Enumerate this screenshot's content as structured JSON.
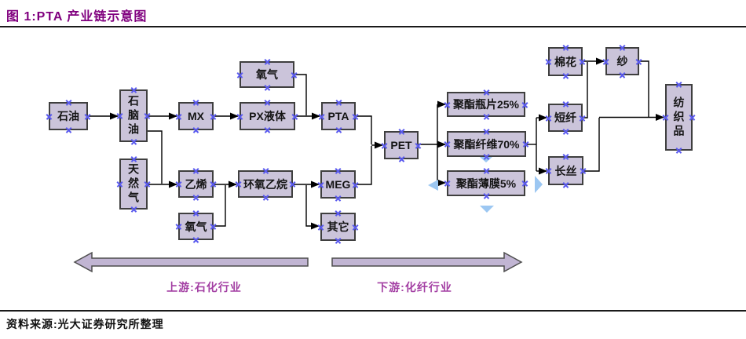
{
  "header": {
    "title": "图 1:PTA 产业链示意图"
  },
  "footer": {
    "source": "资料来源:光大证券研究所整理"
  },
  "diagram": {
    "nodes": [
      {
        "id": "petroleum",
        "label": "石油"
      },
      {
        "id": "naphtha",
        "label": "石脑油"
      },
      {
        "id": "natural-gas",
        "label": "天然气"
      },
      {
        "id": "oxygen-top",
        "label": "氧气"
      },
      {
        "id": "mx",
        "label": "MX"
      },
      {
        "id": "px-liquid",
        "label": "PX液体"
      },
      {
        "id": "pta",
        "label": "PTA"
      },
      {
        "id": "ethylene",
        "label": "乙烯"
      },
      {
        "id": "ethylene-oxide",
        "label": "环氧乙烷"
      },
      {
        "id": "meg",
        "label": "MEG"
      },
      {
        "id": "oxygen-bottom",
        "label": "氧气"
      },
      {
        "id": "others",
        "label": "其它"
      },
      {
        "id": "pet",
        "label": "PET"
      },
      {
        "id": "polyester-bottle-chips",
        "label": "聚酯瓶片25%"
      },
      {
        "id": "polyester-fiber",
        "label": "聚酯纤维70%"
      },
      {
        "id": "polyester-film",
        "label": "聚酯薄膜5%"
      },
      {
        "id": "cotton",
        "label": "棉花"
      },
      {
        "id": "yarn",
        "label": "纱"
      },
      {
        "id": "staple-fiber",
        "label": "短纤"
      },
      {
        "id": "filament",
        "label": "长丝"
      },
      {
        "id": "textiles",
        "label": "纺织品"
      }
    ],
    "stages": {
      "upstream": "上游:石化行业",
      "downstream": "下游:化纤行业"
    },
    "edges": [
      {
        "from": "石油",
        "to": "石脑油"
      },
      {
        "from": "石脑油",
        "to": "MX"
      },
      {
        "from": "MX",
        "to": "PX液体"
      },
      {
        "from": "PX液体",
        "to": "PTA"
      },
      {
        "from": "氧气",
        "to": "PTA"
      },
      {
        "from": "石脑油",
        "to": "乙烯"
      },
      {
        "from": "天然气",
        "to": "乙烯"
      },
      {
        "from": "乙烯",
        "to": "环氧乙烷"
      },
      {
        "from": "氧气",
        "to": "环氧乙烷"
      },
      {
        "from": "环氧乙烷",
        "to": "MEG"
      },
      {
        "from": "MEG",
        "to": "其它"
      },
      {
        "from": "PTA",
        "to": "PET"
      },
      {
        "from": "MEG",
        "to": "PET"
      },
      {
        "from": "PET",
        "to": "聚酯瓶片25%"
      },
      {
        "from": "PET",
        "to": "聚酯纤维70%"
      },
      {
        "from": "PET",
        "to": "聚酯薄膜5%"
      },
      {
        "from": "聚酯纤维70%",
        "to": "短纤"
      },
      {
        "from": "聚酯纤维70%",
        "to": "长丝"
      },
      {
        "from": "棉花",
        "to": "纱"
      },
      {
        "from": "短纤",
        "to": "纱"
      },
      {
        "from": "纱",
        "to": "纺织品"
      },
      {
        "from": "长丝",
        "to": "纺织品"
      }
    ]
  },
  "colors": {
    "title_purple": "#80007F",
    "rule_color": "#1A1A1A",
    "box_fill": "#CBC4DA",
    "box_border": "#3F3F3F",
    "handle_blue": "#5A5AEE",
    "line_black": "#000000",
    "big_arrow_fill": "#C1B5D3",
    "big_arrow_border": "#4D4D4D",
    "stage_label_magenta": "#A33FA3",
    "decor_cyan": "#9CC7F2",
    "source_text": "#111111"
  }
}
